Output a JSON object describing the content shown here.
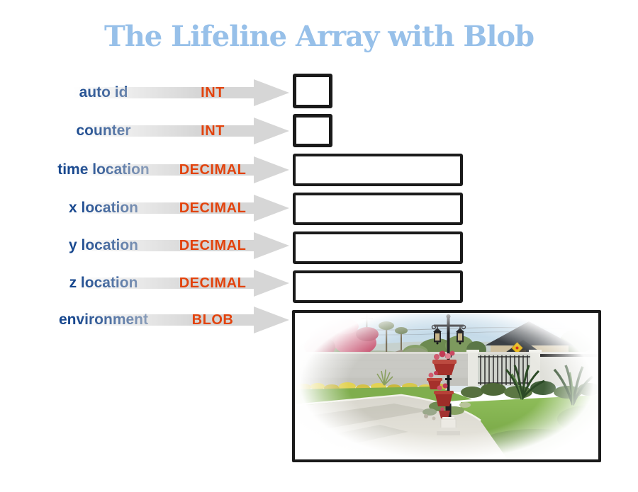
{
  "title": {
    "text": "The Lifeline Array with Blob"
  },
  "colors": {
    "title": "#97c0e9",
    "label": "#17478e",
    "type": "#e2430d",
    "arrow": "#d6d6d6",
    "box_border": "#1a1a1a",
    "bg": "#ffffff"
  },
  "rows": [
    {
      "label": "auto id",
      "type": "INT",
      "box": "small"
    },
    {
      "label": "counter",
      "type": "INT",
      "box": "small"
    },
    {
      "label": "time location",
      "type": "DECIMAL",
      "box": "wide"
    },
    {
      "label": "x location",
      "type": "DECIMAL",
      "box": "wide"
    },
    {
      "label": "y location",
      "type": "DECIMAL",
      "box": "wide"
    },
    {
      "label": "z location",
      "type": "DECIMAL",
      "box": "wide"
    },
    {
      "label": "environment",
      "type": "BLOB",
      "box": "photo"
    }
  ],
  "photo": {
    "alt": "Residential front yard: white block wall, iron gate, house with dark roof, ornate black lamp post with tiered red flower pots on a white pedestal, yellow flower bushes, bright green lawn and curved concrete driveway, faded oval vignette"
  }
}
